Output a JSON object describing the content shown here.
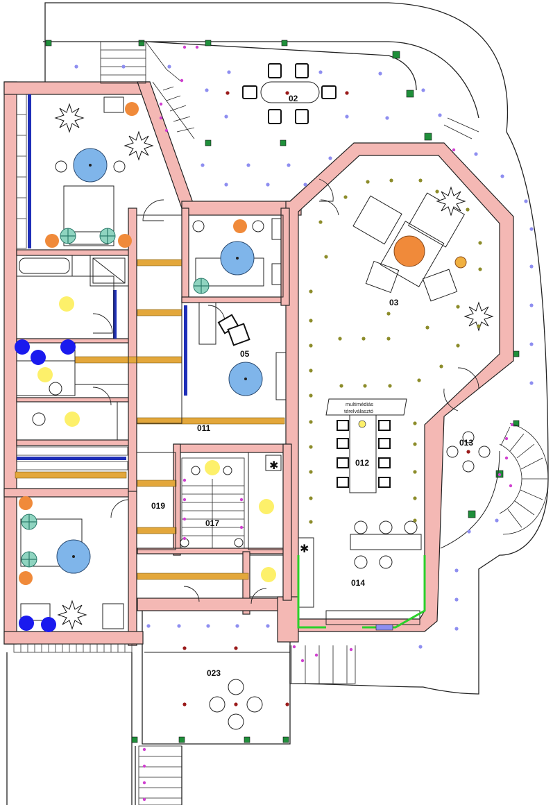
{
  "rooms": [
    {
      "id": "02",
      "label": "02"
    },
    {
      "id": "03",
      "label": "03"
    },
    {
      "id": "05",
      "label": "05"
    },
    {
      "id": "011",
      "label": "011"
    },
    {
      "id": "012",
      "label": "012"
    },
    {
      "id": "013",
      "label": "013"
    },
    {
      "id": "014",
      "label": "014"
    },
    {
      "id": "017",
      "label": "017"
    },
    {
      "id": "019",
      "label": "019"
    },
    {
      "id": "023",
      "label": "023"
    }
  ],
  "sign": {
    "line1": "multimédiás",
    "line2": "térelválasztó"
  },
  "colors": {
    "wall": "#f4b8b4",
    "outline": "#222222",
    "window_post": "#1f8f3a",
    "blue_bar": "#1f2fb8",
    "beam": "#e3a73b",
    "lamp_blue": "#7fb5ea",
    "lamp_orange": "#f08a3a",
    "lamp_yellow": "#fdf06a",
    "lamp_teal": "#8fd4c0",
    "spot_dark_blue": "#1a1aee",
    "dot_lilac": "#8e8ef0",
    "dot_olive": "#8c8c2a",
    "dot_red": "#9a1a1a",
    "dot_magenta": "#d040d0",
    "counter_green": "#2bd02b"
  },
  "icons": [
    "plant-icon",
    "star-icon",
    "bathtub-icon",
    "shower-icon",
    "toilet-icon",
    "sink-icon",
    "bed-icon",
    "armchair-icon",
    "sofa-icon",
    "dining-table-icon",
    "stair-icon",
    "door-arc-icon",
    "desk-chair-icon"
  ]
}
